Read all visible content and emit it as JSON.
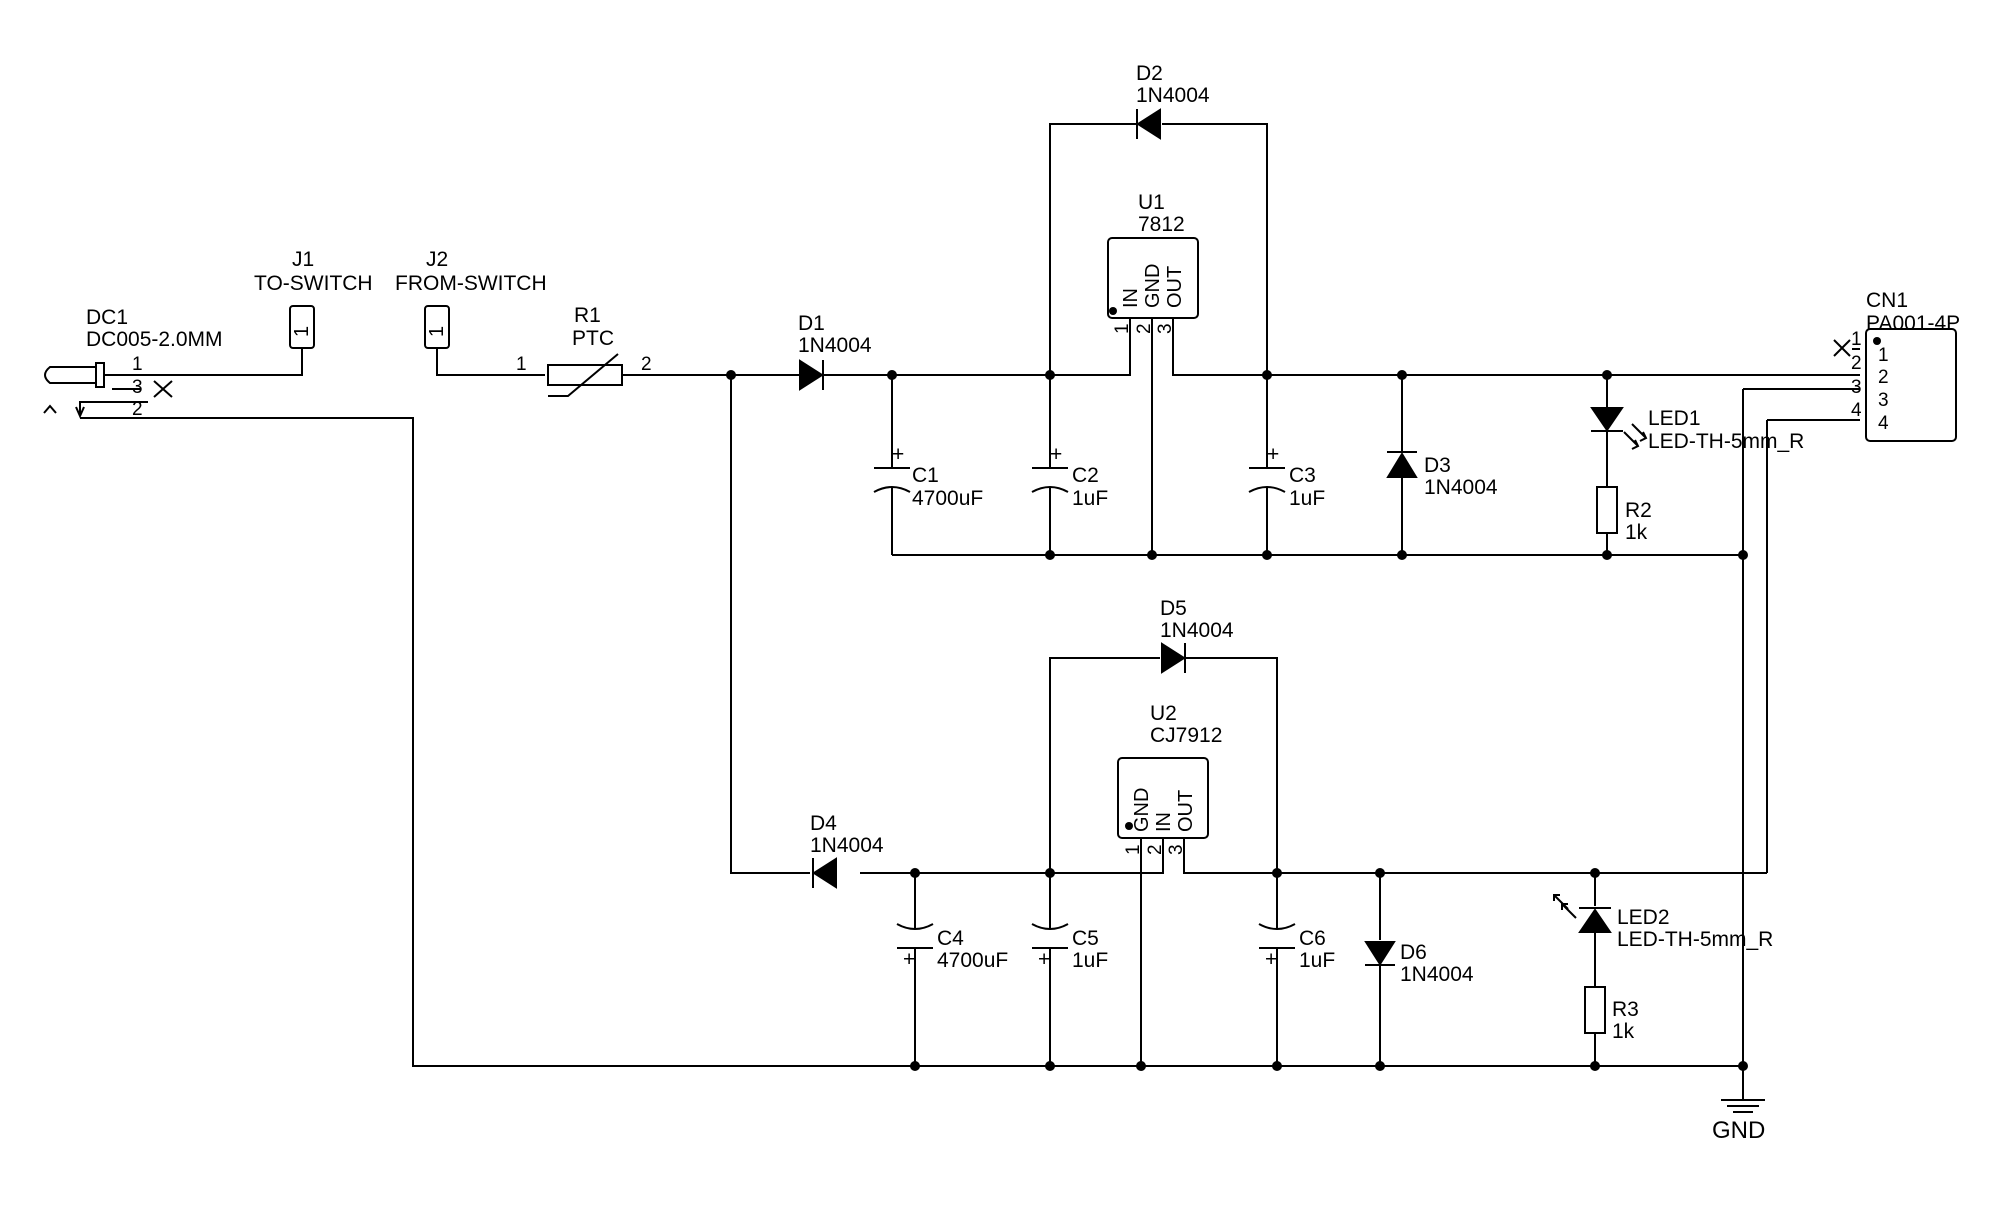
{
  "components": {
    "dc1": {
      "ref": "DC1",
      "value": "DC005-2.0MM",
      "pins": [
        "1",
        "3",
        "2"
      ]
    },
    "j1": {
      "ref": "J1",
      "value": "TO-SWITCH",
      "pin": "1"
    },
    "j2": {
      "ref": "J2",
      "value": "FROM-SWITCH",
      "pin": "1"
    },
    "r1": {
      "ref": "R1",
      "value": "PTC",
      "pins": [
        "1",
        "2"
      ]
    },
    "d1": {
      "ref": "D1",
      "value": "1N4004"
    },
    "d2": {
      "ref": "D2",
      "value": "1N4004"
    },
    "d3": {
      "ref": "D3",
      "value": "1N4004"
    },
    "d4": {
      "ref": "D4",
      "value": "1N4004"
    },
    "d5": {
      "ref": "D5",
      "value": "1N4004"
    },
    "d6": {
      "ref": "D6",
      "value": "1N4004"
    },
    "u1": {
      "ref": "U1",
      "value": "7812",
      "pin_names": [
        "IN",
        "GND",
        "OUT"
      ],
      "pins": [
        "1",
        "2",
        "3"
      ]
    },
    "u2": {
      "ref": "U2",
      "value": "CJ7912",
      "pin_names": [
        "GND",
        "IN",
        "OUT"
      ],
      "pins": [
        "1",
        "2",
        "3"
      ]
    },
    "c1": {
      "ref": "C1",
      "value": "4700uF"
    },
    "c2": {
      "ref": "C2",
      "value": "1uF"
    },
    "c3": {
      "ref": "C3",
      "value": "1uF"
    },
    "c4": {
      "ref": "C4",
      "value": "4700uF"
    },
    "c5": {
      "ref": "C5",
      "value": "1uF"
    },
    "c6": {
      "ref": "C6",
      "value": "1uF"
    },
    "led1": {
      "ref": "LED1",
      "value": "LED-TH-5mm_R"
    },
    "led2": {
      "ref": "LED2",
      "value": "LED-TH-5mm_R"
    },
    "r2": {
      "ref": "R2",
      "value": "1k"
    },
    "r3": {
      "ref": "R3",
      "value": "1k"
    },
    "cn1": {
      "ref": "CN1",
      "value": "PA001-4P",
      "pins": [
        "1",
        "2",
        "3",
        "4"
      ]
    },
    "gnd": {
      "label": "GND"
    }
  },
  "polarity_mark": "+",
  "colors": {
    "ink": "#000000",
    "paper": "#ffffff"
  }
}
